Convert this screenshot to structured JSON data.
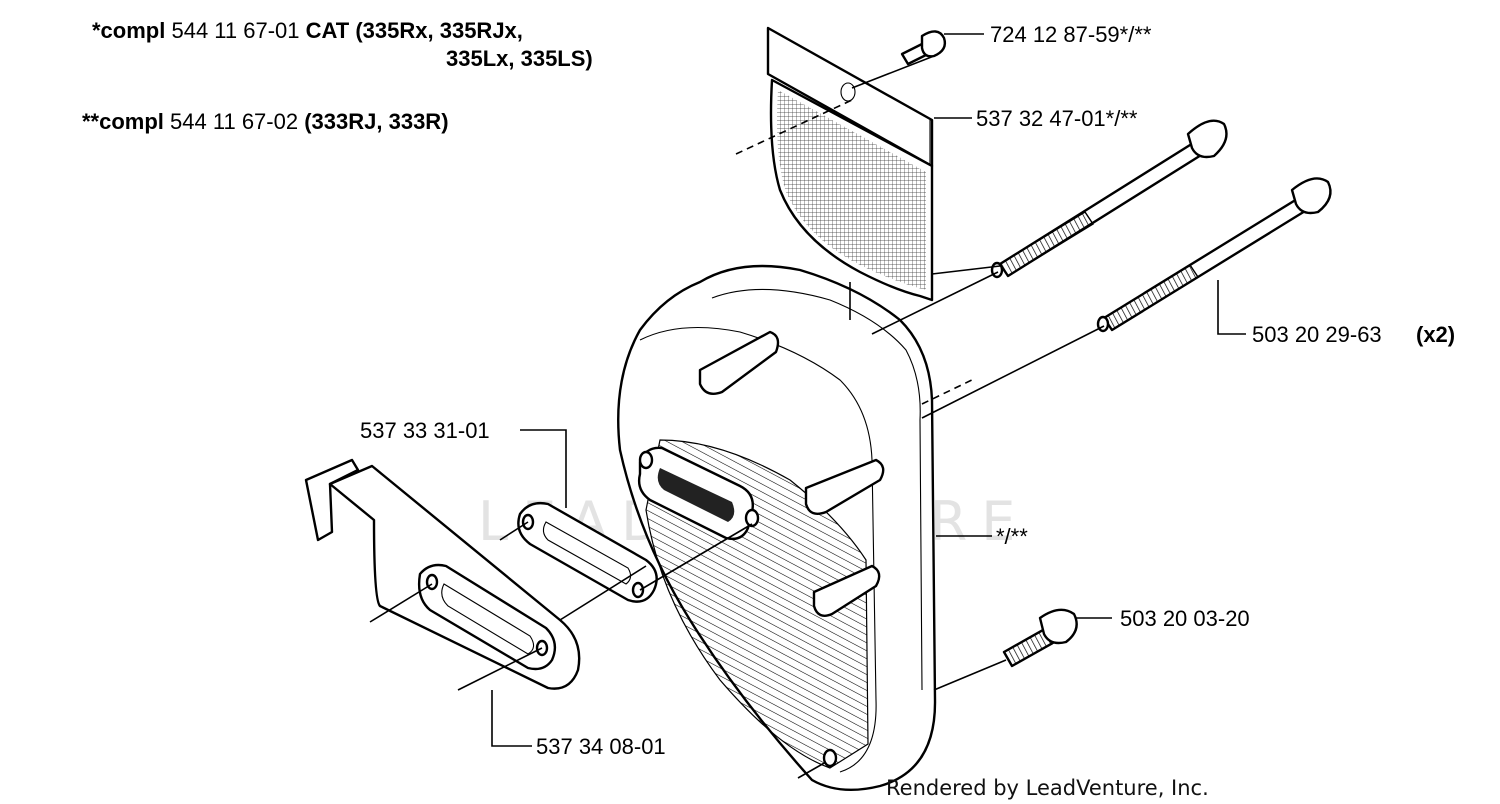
{
  "notes": {
    "line1": {
      "prefix": "*compl",
      "number": "544 11 67-01",
      "models": "CAT (335Rx, 335RJx,"
    },
    "line2": {
      "models": "335Lx, 335LS)"
    },
    "line3": {
      "prefix": "**compl",
      "number": "544 11 67-02",
      "models": "(333RJ, 333R)"
    }
  },
  "callouts": {
    "screw_top": "724 12 87-59*/**",
    "screen": "537 32 47-01*/**",
    "bolts": "503 20 29-63",
    "bolts_qty": "(x2)",
    "gasket_upper": "537 33 31-01",
    "muffler": "*/**",
    "screw_bottom": "503 20 03-20",
    "gasket_lower": "537 34 08-01"
  },
  "watermark": "LEADVENTURE",
  "credit": "Rendered by LeadVenture, Inc."
}
